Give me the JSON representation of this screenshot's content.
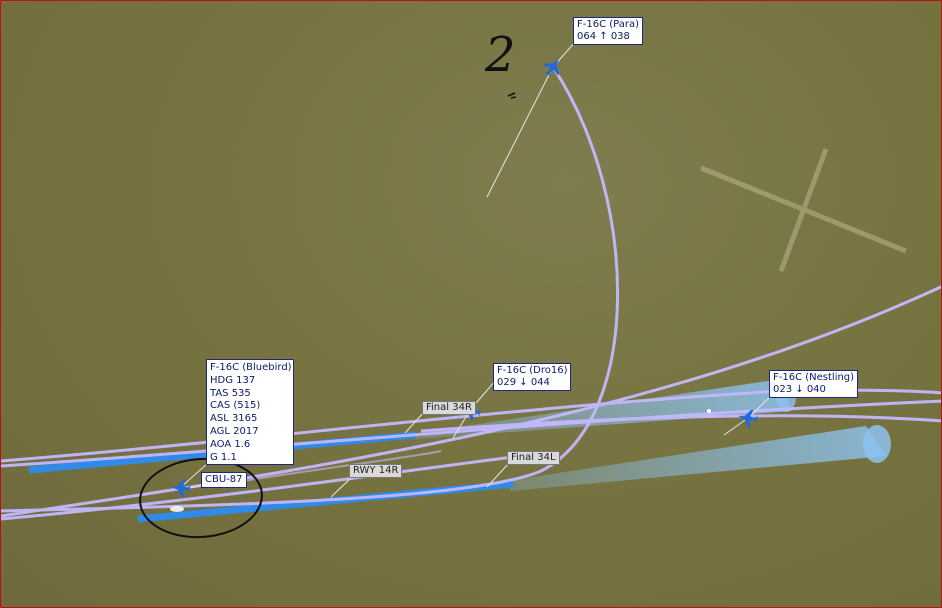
{
  "aircraft": {
    "para": {
      "title": "F-16C (Para)",
      "info": "064 ↑ 038"
    },
    "dro16": {
      "title": "F-16C (Dro16)",
      "info": "029 ↓ 044"
    },
    "nestling": {
      "title": "F-16C (Nestling)",
      "info": "023 ↓ 040"
    },
    "bluebird": {
      "title": "F-16C (Bluebird)",
      "hdg": "HDG 137",
      "tas": "TAS 535",
      "cas": "CAS (515)",
      "asl": "ASL 3165",
      "agl": "AGL 2017",
      "aoa": "AOA 1.6",
      "g": "G 1.1"
    }
  },
  "weapon": {
    "label": "CBU-87"
  },
  "markers": {
    "final34r": "Final 34R",
    "final34l": "Final 34L",
    "rwy14r": "RWY 14R"
  },
  "annotation": {
    "handwritten": "2"
  },
  "colors": {
    "terrain": "#76723f",
    "track": "#c4b8ff",
    "approach_cone": "#7cb6ea",
    "runway_bar": "#2f8ae8",
    "label_border": "#1b2a80",
    "frame": "#c01010"
  },
  "icons": [
    "jet-icon",
    "bomb-icon"
  ]
}
